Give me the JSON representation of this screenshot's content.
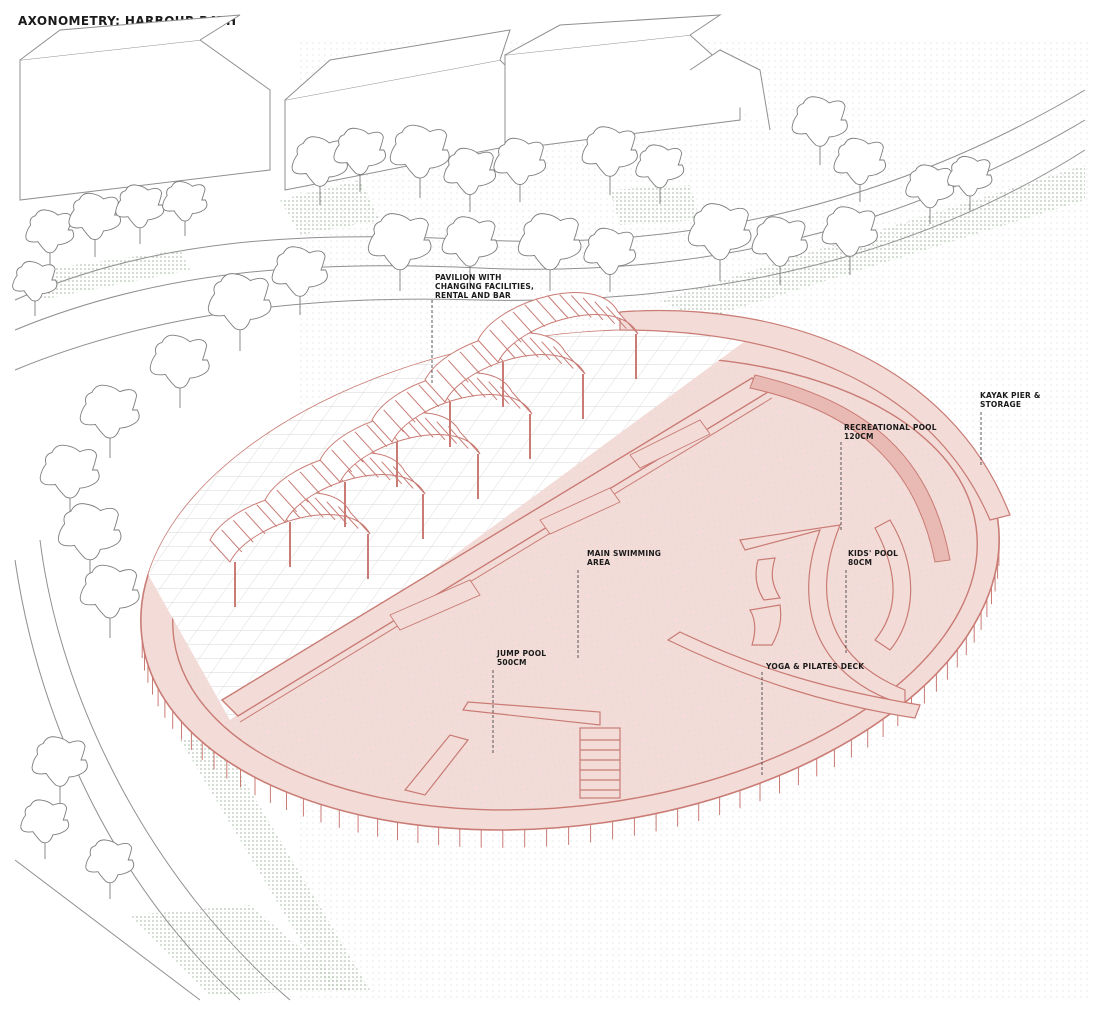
{
  "title": "AXONOMETRY: HARBOUR BATH",
  "labels": {
    "pavilion": [
      "PAVILION WITH",
      "CHANGING FACILITIES,",
      "RENTAL AND BAR"
    ],
    "kayak": [
      "KAYAK PIER &",
      "STORAGE"
    ],
    "recreational": [
      "RECREATIONAL POOL",
      "120CM"
    ],
    "main": [
      "MAIN SWIMMING",
      "AREA"
    ],
    "kids": [
      "KIDS' POOL",
      "80CM"
    ],
    "jump": [
      "JUMP POOL",
      "500CM"
    ],
    "yoga": [
      "YOGA & PILATES DECK"
    ]
  },
  "colors": {
    "structure": "#c97b74",
    "structure_fill": "#f3dcd8",
    "context_line": "#8f8f8f",
    "greenery": "#b9c9b7",
    "leader": "#333333"
  }
}
